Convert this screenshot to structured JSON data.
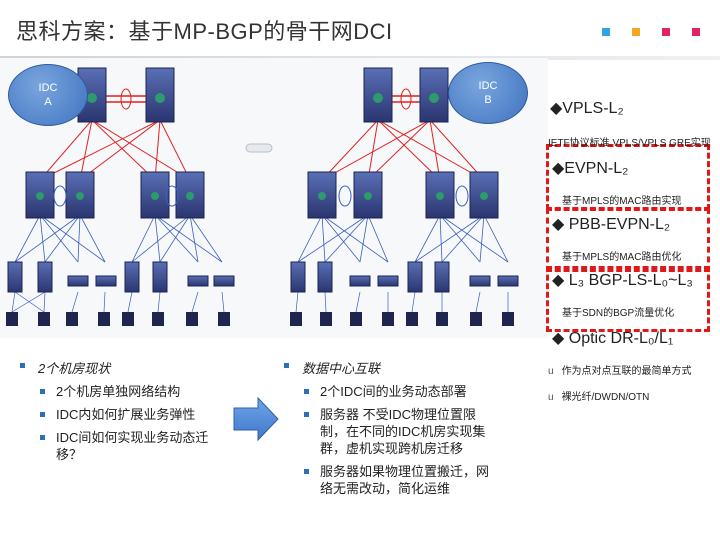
{
  "title": "思科方案：基于MP-BGP的骨干网DCI",
  "colors": {
    "accent_blue": "#2f6db5",
    "dash_red": "#e01818",
    "logo_dots": [
      "#29a8e0",
      "#f5a623",
      "#e0245e",
      "#e0245e"
    ]
  },
  "idc": {
    "a": {
      "line1": "IDC",
      "line2": "A"
    },
    "b": {
      "line1": "IDC",
      "line2": "B"
    }
  },
  "right_panel": {
    "items": [
      {
        "head": "◆VPLS-L₂",
        "sub": "IETF协议标准,VPLS/VPLS GRE实现"
      },
      {
        "head": "◆EVPN-L₂",
        "sub": "基于MPLS的MAC路由实现"
      },
      {
        "head": "◆ PBB-EVPN-L₂",
        "sub": "基于MPLS的MAC路由优化"
      },
      {
        "head": "◆ L₃ BGP-LS-L₀~L₃",
        "sub": "基于SDN的BGP流量优化"
      },
      {
        "head": "◆ Optic DR-L₀/L₁",
        "sub": ""
      }
    ],
    "bullets": [
      {
        "marker": "u",
        "text": "作为点对点互联的最简单方式"
      },
      {
        "marker": "u",
        "text": "裸光纤/DWDN/OTN"
      }
    ]
  },
  "left_text": {
    "heading": "2个机房现状",
    "items": [
      "2个机房单独网络结构",
      "IDC内如何扩展业务弹性",
      "IDC间如何实现业务动态迁移？"
    ]
  },
  "mid_text": {
    "heading": "数据中心互联",
    "items": [
      "2个IDC间的业务动态部署",
      "服务器 不受IDC物理位置限制，在不同的IDC机房实现集群，虚机实现跨机房迁移",
      "服务器如果物理位置搬迁，网络无需改动，简化运维"
    ]
  }
}
